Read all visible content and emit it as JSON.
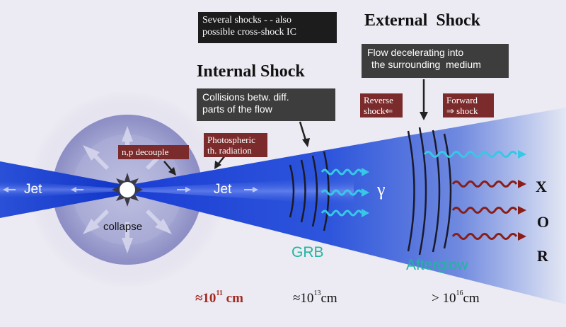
{
  "labels": {
    "several_shocks": [
      "Several shocks - - also",
      "possible cross-shock IC"
    ],
    "internal_shock_title": "Internal Shock",
    "internal_shock_desc": [
      "Collisions betw. diff.",
      "parts of the flow"
    ],
    "external_shock_title": "External  Shock",
    "external_shock_desc": [
      "Flow decelerating into",
      "the surrounding  medium"
    ],
    "reverse_shock": [
      "Reverse",
      "shock⇐"
    ],
    "forward_shock": [
      "Forward",
      "⇒ shock"
    ],
    "photospheric": [
      "Photospheric",
      "th. radiation"
    ],
    "np_decouple": "n,p decouple",
    "jet_left": "Jet",
    "jet_right": "Jet",
    "collapse": "collapse",
    "gamma": "γ",
    "grb": "GRB",
    "afterglow": "Afterglow",
    "x": "X",
    "o": "O",
    "r": "R",
    "scale_1": {
      "prefix": "≈10",
      "exp": "11",
      "unit": " cm"
    },
    "scale_2": {
      "prefix": "≈10",
      "exp": "13",
      "unit": "cm"
    },
    "scale_3": {
      "prefix": "> 10",
      "exp": "16",
      "unit": "cm"
    }
  },
  "colors": {
    "jet_blue": "#1a3fd0",
    "teal_wave": "#36c8e6",
    "red_wave": "#8a1d16",
    "dark_box": "#3d3d3d",
    "red_box": "#7b2b2b",
    "teal_text": "#20b6a0",
    "scale_red": "#a32a22"
  }
}
